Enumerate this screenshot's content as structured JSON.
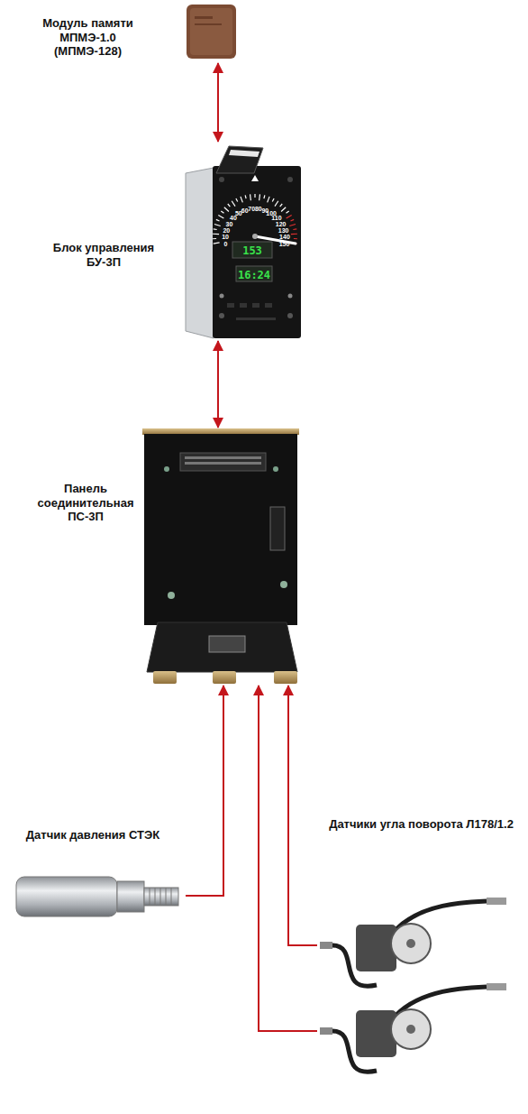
{
  "diagram": {
    "nodes": [
      {
        "text": [
          "Модуль памяти МПМЭ-1.0 (МПМЭ-128)"
        ]
      },
      {
        "text": [
          "Блок управления БУ-3П"
        ]
      },
      {
        "text": [
          "Панель соединительная ПС-3П"
        ]
      },
      {
        "text": [
          "Датчики угла поворота Л178/1.2"
        ]
      },
      {
        "text": [
          "Датчик давления СТЭК"
        ]
      }
    ],
    "edges": [
      {
        "from": 0,
        "to": 1,
        "arrow": "both"
      },
      {
        "from": 1,
        "to": 2,
        "arrow": "both"
      },
      {
        "from": 3,
        "to": 2,
        "arrow": "to"
      },
      {
        "from": 3,
        "to": 2,
        "arrow": "to"
      },
      {
        "from": 4,
        "to": 2,
        "arrow": "to"
      }
    ],
    "labels": [
      "0",
      "10",
      "20",
      "30",
      "40",
      "50",
      "60",
      "70",
      "80",
      "90",
      "100",
      "110",
      "120",
      "130",
      "140",
      "150",
      "153",
      "16:24"
    ]
  }
}
